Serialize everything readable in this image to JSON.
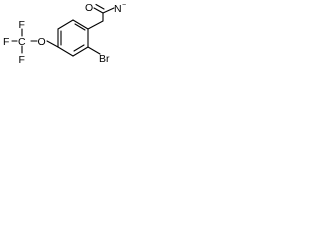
{
  "molecule": {
    "atoms": {
      "f_top": "F",
      "f_left": "F",
      "f_bottom": "F",
      "c_cf3": "C",
      "o_ether": "O",
      "o_carbonyl": "O",
      "n_amide": "N",
      "n_charge": "−",
      "br": "Br"
    },
    "colors": {
      "bond": "#000000",
      "label": "#000000",
      "background": "#ffffff"
    }
  }
}
